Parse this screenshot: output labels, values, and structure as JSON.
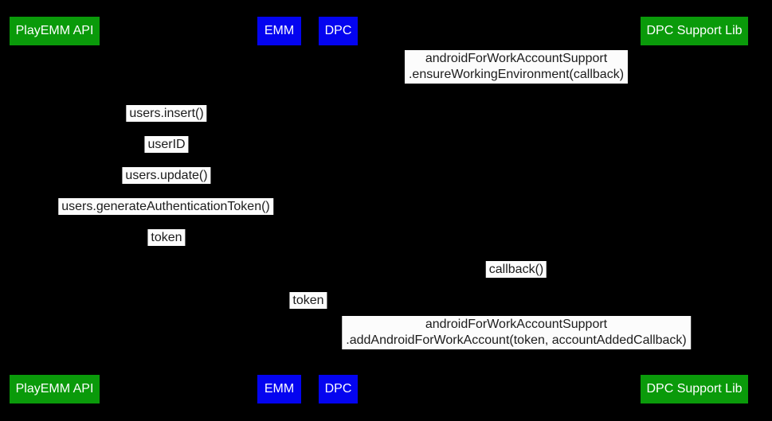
{
  "colors": {
    "background": "#000000",
    "actor_green": "#0a9a0a",
    "actor_blue": "#0404f0",
    "actor_text": "#ffffff",
    "label_background": "#fcfcfc",
    "label_text": "#1c1c1c"
  },
  "actors": [
    {
      "label": "PlayEMM API",
      "color": "green"
    },
    {
      "label": "EMM",
      "color": "blue"
    },
    {
      "label": "DPC",
      "color": "blue"
    },
    {
      "label": "DPC Support Lib",
      "color": "green"
    }
  ],
  "messages": [
    {
      "lines": [
        "androidForWorkAccountSupport",
        ".ensureWorkingEnvironment(callback)"
      ]
    },
    {
      "lines": [
        "users.insert()"
      ]
    },
    {
      "lines": [
        "userID"
      ]
    },
    {
      "lines": [
        "users.update()"
      ]
    },
    {
      "lines": [
        "users.generateAuthenticationToken()"
      ]
    },
    {
      "lines": [
        "token"
      ]
    },
    {
      "lines": [
        "callback()"
      ]
    },
    {
      "lines": [
        "token"
      ]
    },
    {
      "lines": [
        "androidForWorkAccountSupport",
        ".addAndroidForWorkAccount(token, accountAddedCallback)"
      ]
    }
  ]
}
